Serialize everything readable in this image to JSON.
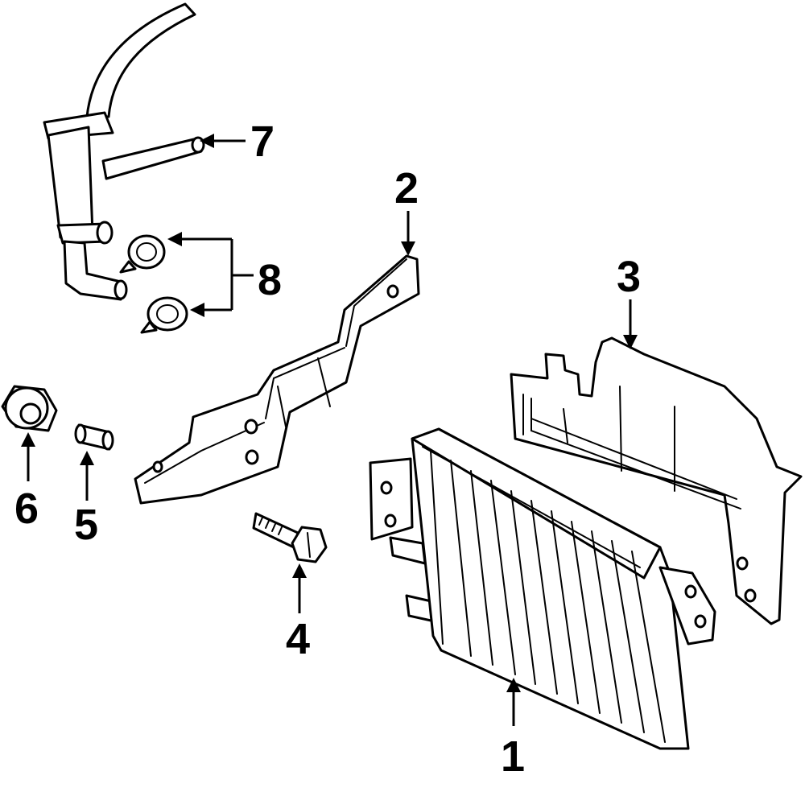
{
  "callouts": {
    "c1": "1",
    "c2": "2",
    "c3": "3",
    "c4": "4",
    "c5": "5",
    "c6": "6",
    "c7": "7",
    "c8": "8"
  },
  "colors": {
    "line": "#000000",
    "fill": "#ffffff"
  }
}
